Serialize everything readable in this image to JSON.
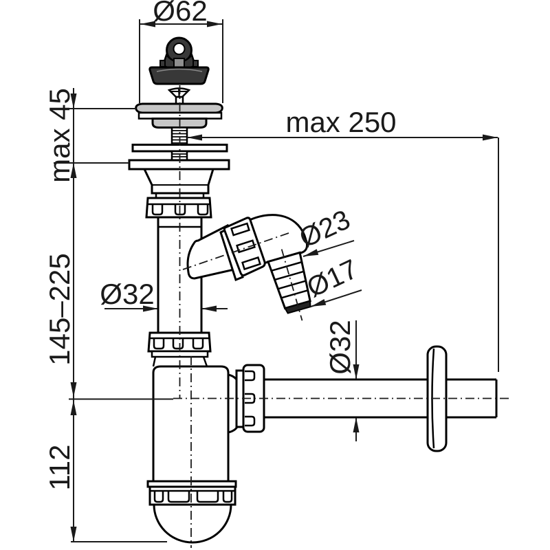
{
  "labels": {
    "plug_diameter": "Ø62",
    "strainer_height": "max 45",
    "horizontal_reach": "max 250",
    "tailpipe_range": "145–225",
    "tailpipe_diameter": "Ø32",
    "branch_outer_diameter": "Ø23",
    "branch_tip_diameter": "Ø17",
    "outlet_diameter": "Ø32",
    "trap_depth": "112"
  },
  "colors": {
    "line": "#1a1a1a",
    "strainer_fill": "#c6c6c6",
    "plug_fill": "#383838",
    "pin_fill": "#909090",
    "hose_tip_fill": "#222222",
    "background": "#ffffff"
  }
}
